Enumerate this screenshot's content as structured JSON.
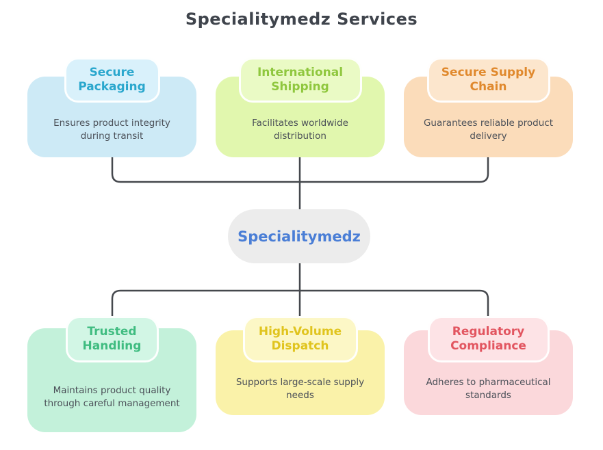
{
  "title": "Specialitymedz Services",
  "title_color": "#3f444c",
  "body_text_color": "#4b5058",
  "connectors": {
    "color": "#45484d"
  },
  "center": {
    "label": "Specialitymedz",
    "bg": "#ececec",
    "label_color": "#4a7ed6"
  },
  "services": [
    {
      "title": "Secure Packaging",
      "description": "Ensures product integrity during transit",
      "box_color": "#cdeaf6",
      "pill_color": "#d9f1fb",
      "title_color": "#2aa7cd"
    },
    {
      "title": "International Shipping",
      "description": "Facilitates worldwide distribution",
      "box_color": "#e1f7ae",
      "pill_color": "#eafac5",
      "title_color": "#8fc73e"
    },
    {
      "title": "Secure Supply Chain",
      "description": "Guarantees reliable product delivery",
      "box_color": "#fbdcba",
      "pill_color": "#fce6cd",
      "title_color": "#e0892d"
    },
    {
      "title": "Trusted Handling",
      "description": "Maintains product quality through careful management",
      "box_color": "#c3f1da",
      "pill_color": "#d2f6e5",
      "title_color": "#3fbc80"
    },
    {
      "title": "High-Volume Dispatch",
      "description": "Supports large-scale supply needs",
      "box_color": "#faf2a9",
      "pill_color": "#fcf7c6",
      "title_color": "#e0c41e"
    },
    {
      "title": "Regulatory Compliance",
      "description": "Adheres to pharmaceutical standards",
      "box_color": "#fbd8db",
      "pill_color": "#fde3e6",
      "title_color": "#e25560"
    }
  ]
}
